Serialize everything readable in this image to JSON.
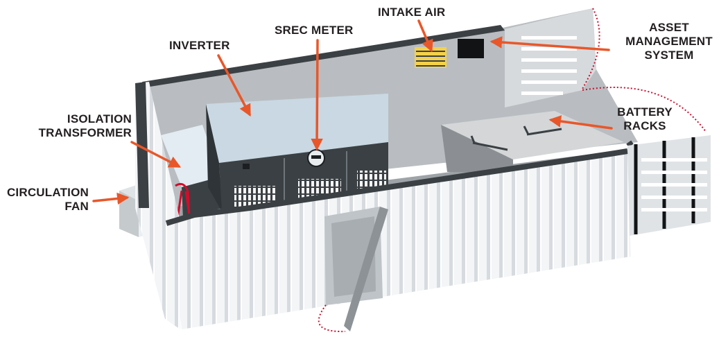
{
  "labels": {
    "circulation_fan": [
      "CIRCULATION",
      "FAN"
    ],
    "isolation_transformer": [
      "ISOLATION",
      "TRANSFORMER"
    ],
    "inverter": "INVERTER",
    "srec_meter": "SREC METER",
    "intake_air": "INTAKE AIR",
    "asset_management_system": [
      "ASSET",
      "MANAGEMENT",
      "SYSTEM"
    ],
    "battery_racks": [
      "BATTERY",
      "RACKS"
    ]
  },
  "colors": {
    "callout_arrow": "#e8572a",
    "label_text": "#231f20",
    "door_swing_line": "#c8102e",
    "container_wall": "#f2f4f6",
    "container_interior": "#b9bdc1",
    "equipment_dark": "#3b4044",
    "equipment_top": "#c9d8e3",
    "rail_dark": "#414549"
  }
}
